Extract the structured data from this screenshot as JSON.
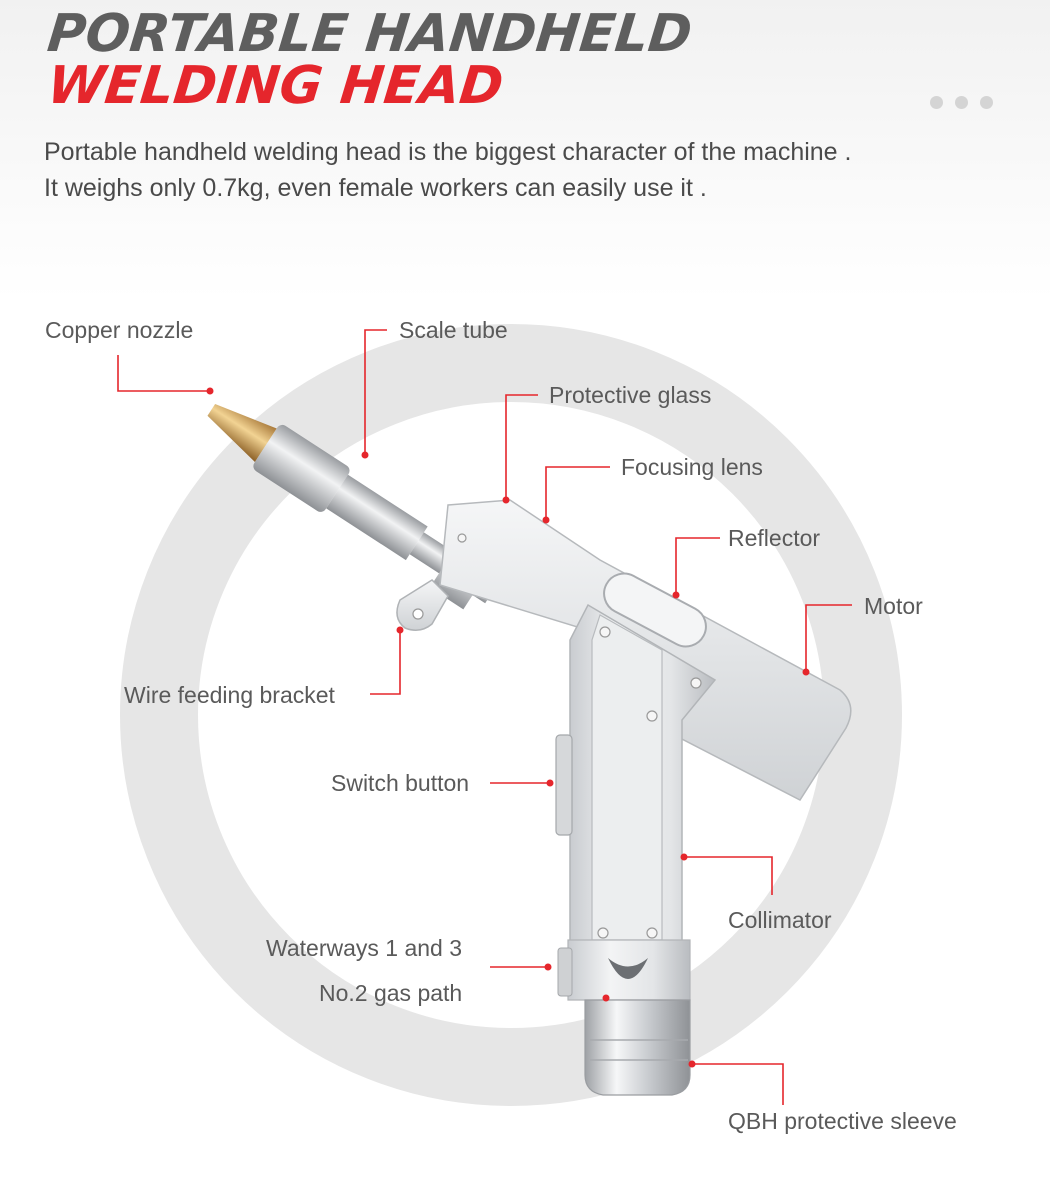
{
  "header": {
    "title_line1": "PORTABLE HANDHELD",
    "title_line2": "WELDING HEAD",
    "description_line1": "Portable handheld welding head is the biggest character of the machine .",
    "description_line2": "It weighs only 0.7kg, even female workers can easily use it ."
  },
  "colors": {
    "accent_red": "#e5262c",
    "title_gray": "#5e5e5e",
    "text_gray": "#5a5a5a",
    "ring_gray": "#e6e6e6",
    "body_silver": "#e4e6e8"
  },
  "labels": {
    "copper_nozzle": "Copper nozzle",
    "scale_tube": "Scale tube",
    "protective_glass": "Protective glass",
    "focusing_lens": "Focusing lens",
    "reflector": "Reflector",
    "motor": "Motor",
    "wire_feeding_bracket": "Wire feeding bracket",
    "switch_button": "Switch button",
    "collimator": "Collimator",
    "waterways": "Waterways 1 and 3",
    "gas_path": "No.2 gas path",
    "qbh_sleeve": "QBH protective sleeve"
  }
}
